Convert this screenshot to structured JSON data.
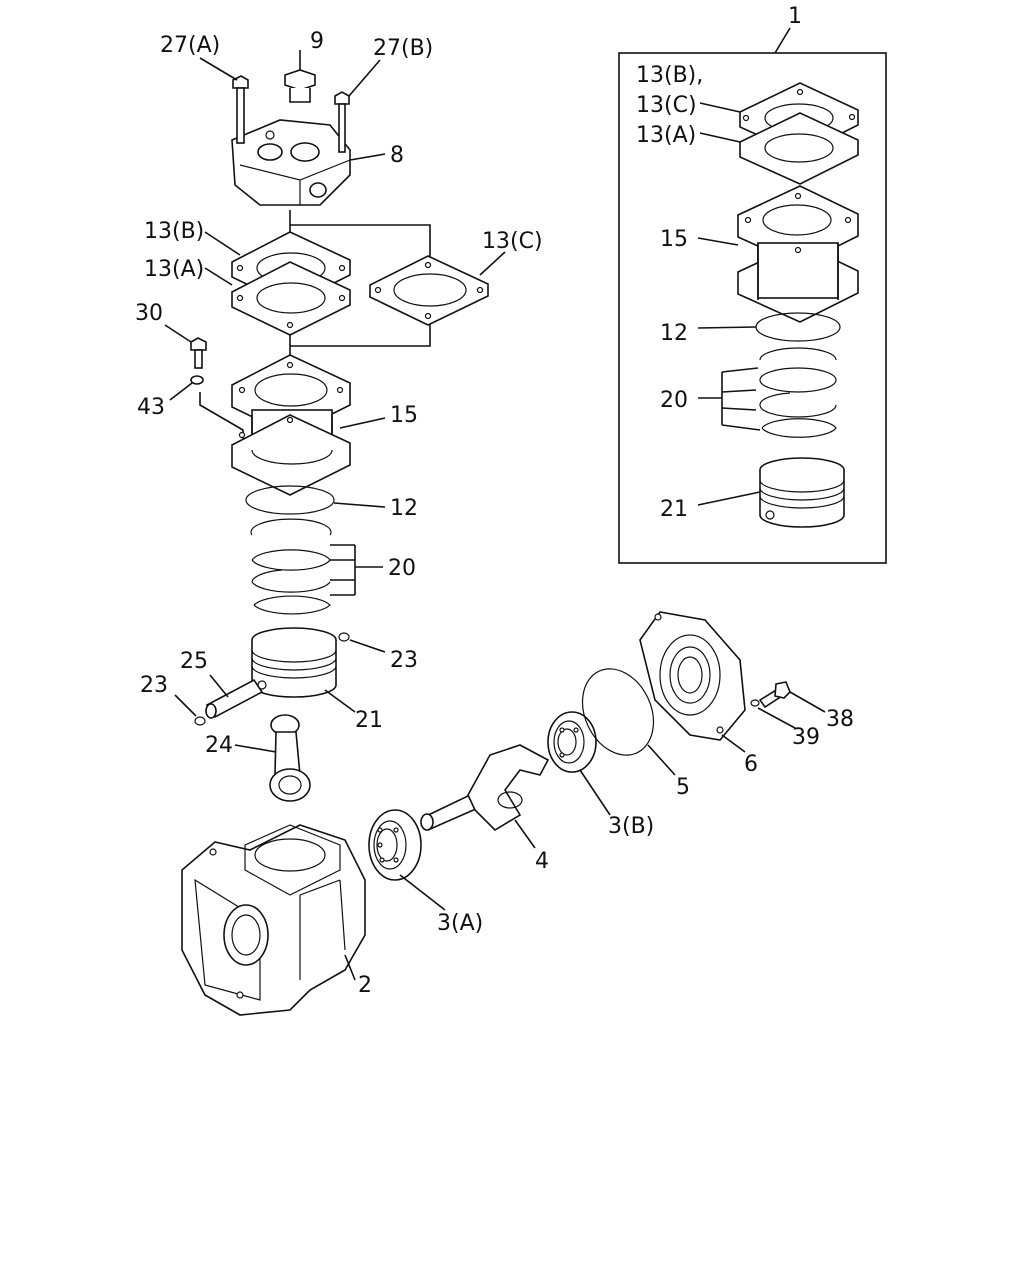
{
  "labels": {
    "l27a": "27(A)",
    "l9": "9",
    "l27b": "27(B)",
    "l8": "8",
    "l13b": "13(B)",
    "l13a": "13(A)",
    "l13c": "13(C)",
    "l30": "30",
    "l43": "43",
    "l15": "15",
    "l12": "12",
    "l20": "20",
    "l23r": "23",
    "l25": "25",
    "l23l": "23",
    "l21": "21",
    "l24": "24",
    "l38": "38",
    "l39": "39",
    "l6": "6",
    "l5": "5",
    "l3b": "3(B)",
    "l4": "4",
    "l3a": "3(A)",
    "l2": "2",
    "l1": "1",
    "k13b": "13(B),",
    "k13c": "13(C)",
    "k13a": "13(A)",
    "k15": "15",
    "k12": "12",
    "k20": "20",
    "k21": "21"
  }
}
